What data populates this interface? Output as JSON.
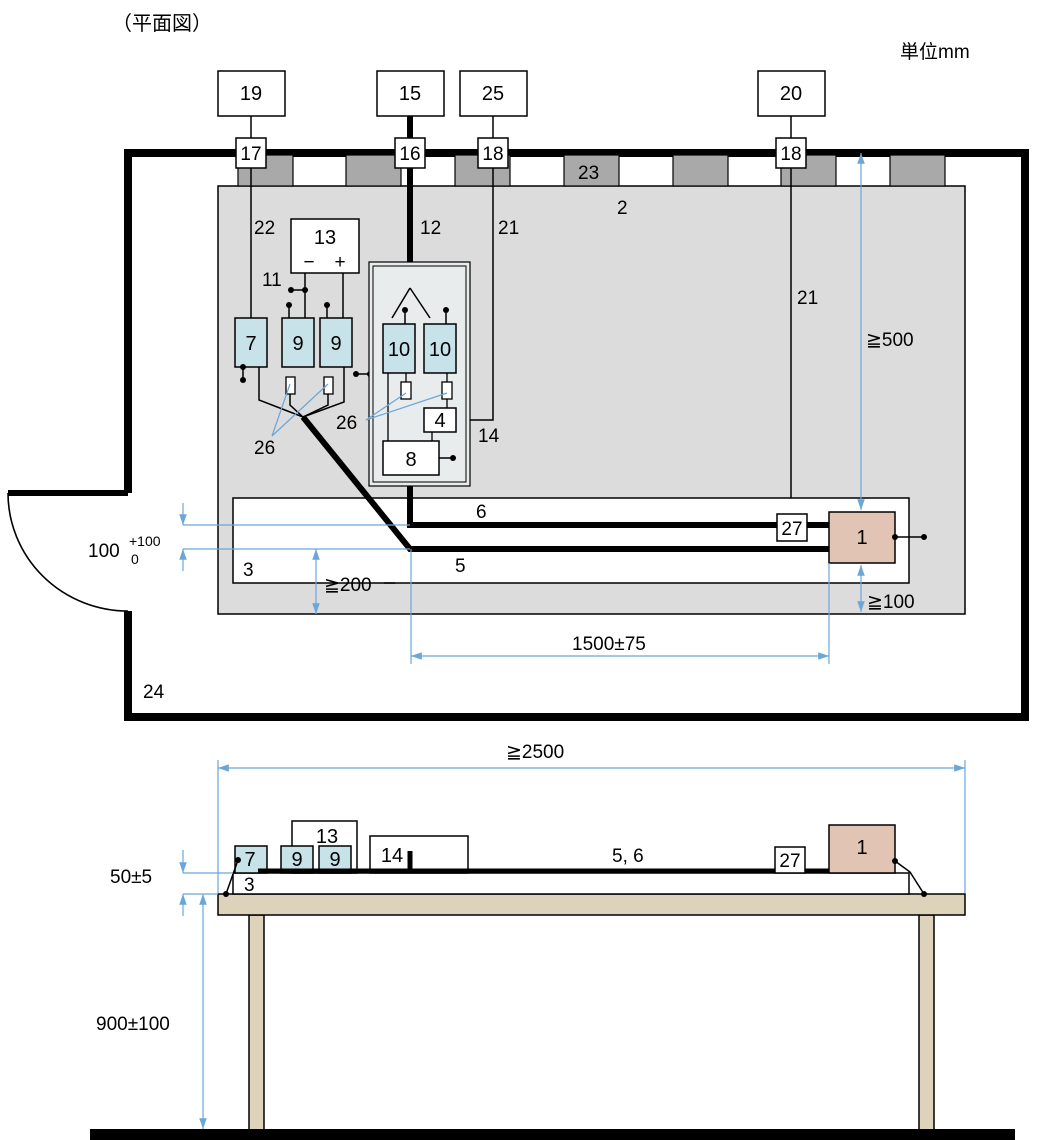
{
  "header": {
    "title": "（平面図）",
    "unit": "単位mm"
  },
  "plan": {
    "top_boxes": [
      "19",
      "15",
      "25",
      "20"
    ],
    "wall_ports": [
      "17",
      "16",
      "18",
      "18"
    ],
    "wall_box_23": "23",
    "table_label": "2",
    "box_13": "13",
    "box_13_minus": "−",
    "box_13_plus": "+",
    "box_7": "7",
    "box_9a": "9",
    "box_9b": "9",
    "box_10a": "10",
    "box_10b": "10",
    "box_4": "4",
    "box_8": "8",
    "box_27": "27",
    "box_1": "1",
    "labels": {
      "l22": "22",
      "l12": "12",
      "l21a": "21",
      "l21b": "21",
      "l11": "11",
      "l26a": "26",
      "l26b": "26",
      "l14": "14",
      "l6": "6",
      "l5": "5",
      "l3": "3",
      "l24": "24"
    },
    "dims": {
      "d500": "≧500",
      "d100_base": "100",
      "d100_sup": "+100",
      "d100_sub": "0",
      "d200": "≧200",
      "d100b": "≧100",
      "d1500": "1500±75"
    }
  },
  "elevation": {
    "d2500": "≧2500",
    "box_13": "13",
    "box_14": "14",
    "box_7": "7",
    "box_9a": "9",
    "box_9b": "9",
    "cable_label": "5, 6",
    "box_27": "27",
    "box_1": "1",
    "label_3": "3",
    "d50": "50±5",
    "d900": "900±100"
  },
  "colors": {
    "table_fill": "#dcdcdc",
    "wall_block": "#a9a9a9",
    "blue_box": "#c8e2ea",
    "eut_box": "#e2c4b4",
    "table_wood": "#ddd3bb",
    "dim_line": "#6aa6d8"
  }
}
